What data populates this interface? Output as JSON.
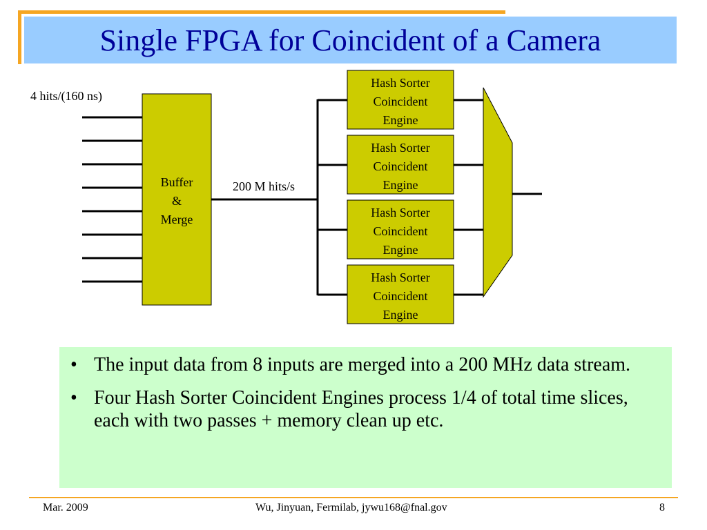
{
  "slide": {
    "title": "Single FPGA for Coincident of a Camera",
    "diagram": {
      "input_label": "4 hits/(160 ns)",
      "buffer_label_lines": [
        "Buffer",
        "&",
        "Merge"
      ],
      "rate_label": "200 M hits/s",
      "engines": [
        {
          "lines": [
            "Hash Sorter",
            "Coincident",
            "Engine"
          ]
        },
        {
          "lines": [
            "Hash Sorter",
            "Coincident",
            "Engine"
          ]
        },
        {
          "lines": [
            "Hash Sorter",
            "Coincident",
            "Engine"
          ]
        },
        {
          "lines": [
            "Hash Sorter",
            "Coincident",
            "Engine"
          ]
        }
      ],
      "block_fill": "#cccc00",
      "block_stroke": "#000000"
    },
    "bullets": [
      "The input data from 8 inputs are merged into a 200 MHz data stream.",
      "Four Hash Sorter Coincident Engines process 1/4 of total time slices, each with two passes + memory clean up etc."
    ],
    "footer": {
      "date": "Mar. 2009",
      "author": "Wu, Jinyuan, Fermilab, jywu168@fnal.gov",
      "page": "8"
    },
    "colors": {
      "title_bg": "#99ccff",
      "title_text": "#000099",
      "accent": "#f5a623",
      "bullet_bg": "#ccffcc"
    }
  }
}
